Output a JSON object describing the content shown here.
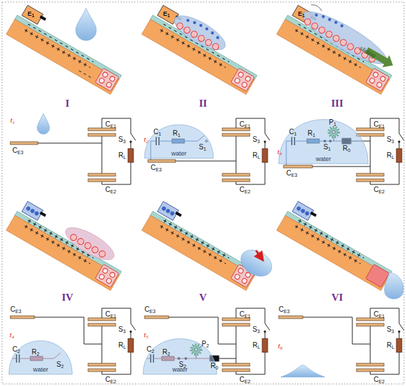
{
  "diagram": {
    "nodes": [
      {
        "text": [
          "water"
        ]
      },
      {
        "text": [
          "water"
        ]
      },
      {
        "text": [
          "water"
        ]
      },
      {
        "text": [
          "water"
        ]
      }
    ],
    "labels": [
      "E1",
      "E1",
      "E1",
      "sliding",
      "I",
      "II",
      "III",
      "t1",
      "CE3",
      "CE1",
      "S3",
      "RL",
      "CE2",
      "t2",
      "C1",
      "R1",
      "S1",
      "CE3",
      "CE1",
      "S3",
      "RL",
      "CE2",
      "t3",
      "C1",
      "R1",
      "P1",
      "S1",
      "R0",
      "CE3",
      "CE1",
      "S3",
      "RL",
      "CE2",
      "IV",
      "V",
      "VI",
      "CE3",
      "t4",
      "C2",
      "R2",
      "S2",
      "CE1",
      "S3",
      "RL",
      "CE2",
      "CE3",
      "t5",
      "C2",
      "R2",
      "S2",
      "P2",
      "R0",
      "CE1",
      "S3",
      "RL",
      "CE2",
      "CE3",
      "t6",
      "CE1",
      "S3",
      "RL",
      "CE2"
    ]
  }
}
